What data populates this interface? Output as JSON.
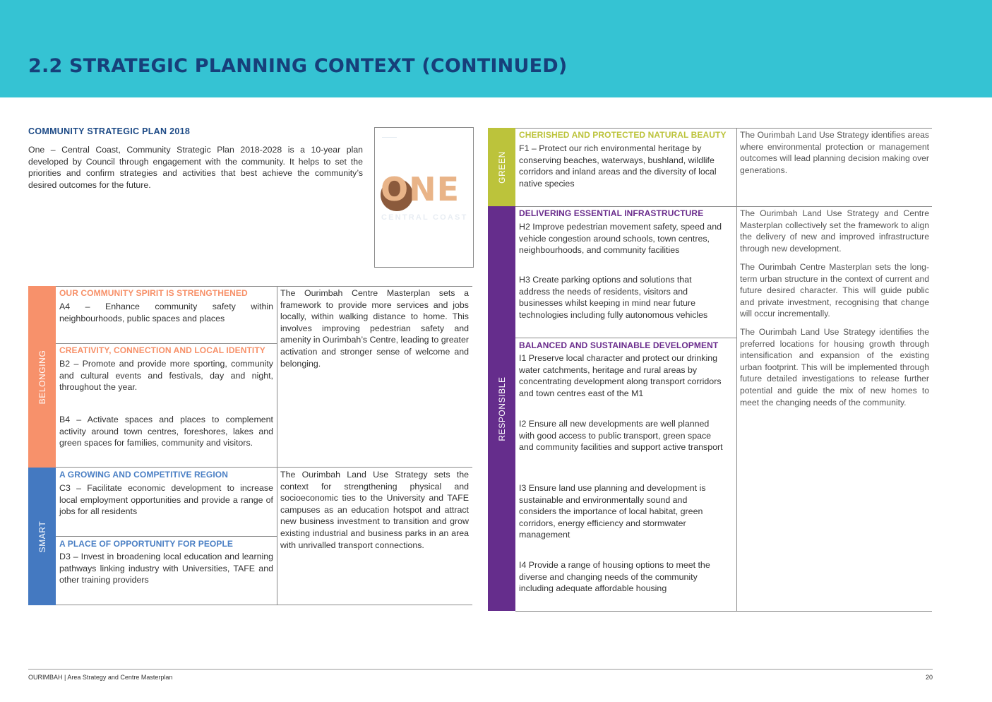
{
  "header": {
    "title": "2.2 STRATEGIC PLANNING CONTEXT (CONTINUED)"
  },
  "csp": {
    "title": "COMMUNITY STRATEGIC PLAN 2018",
    "body": "One – Central Coast, Community Strategic Plan 2018-2028 is a 10-year plan developed by Council through engagement with the community. It helps to set the priorities and confirm strategies and activities that best achieve the community’s desired outcomes for the future."
  },
  "cover": {
    "brand": "ONE",
    "subtitle": "CENTRAL COAST"
  },
  "left_table": {
    "belonging": {
      "label": "BELONGING",
      "color": "#f7916b",
      "s1_heading": "OUR COMMUNITY SPIRIT IS STRENGTHENED",
      "s1_text": "A4 – Enhance community safety within neighbourhoods, public spaces and places",
      "s2_heading": "CREATIVITY, CONNECTION AND LOCAL IDENTITY",
      "s2_text_a": "B2 – Promote and provide more sporting, community and cultural events and festivals, day and night, throughout the year.",
      "s2_text_b": "B4 – Activate spaces and places to complement activity around town centres, foreshores, lakes and green spaces for families, community and visitors.",
      "comment": "The Ourimbah Centre Masterplan sets a framework to provide more services and jobs locally, within walking distance to home. This involves improving pedestrian safety and amenity in Ourimbah’s Centre, leading to greater activation and stronger sense of welcome and belonging."
    },
    "smart": {
      "label": "SMART",
      "color": "#4479c1",
      "s1_heading": "A GROWING AND COMPETITIVE REGION",
      "s1_text": "C3 – Facilitate economic development to increase local employment opportunities and provide a range of jobs for all residents",
      "s2_heading": "A PLACE OF OPPORTUNITY FOR PEOPLE",
      "s2_text": "D3 – Invest in broadening local education and learning pathways linking industry with Universities, TAFE and other training providers",
      "comment": "The Ourimbah Land Use Strategy sets the context for strengthening physical and socioeconomic ties to the University and TAFE campuses as an education hotspot and attract new business investment to transition and grow existing industrial and business parks in an area with unrivalled transport connections."
    }
  },
  "right_table": {
    "green": {
      "label": "GREEN",
      "color": "#bcc33b",
      "heading": "CHERISHED AND PROTECTED NATURAL BEAUTY",
      "text": "F1 – Protect our rich environmental heritage by conserving beaches, waterways, bushland, wildlife corridors and inland areas and the diversity of local native species",
      "comment": "The Ourimbah Land Use Strategy identifies areas where environmental protection or management outcomes will lead planning decision making over generations."
    },
    "responsible": {
      "label": "RESPONSIBLE",
      "color": "#652d8c",
      "s1_heading": "DELIVERING ESSENTIAL INFRASTRUCTURE",
      "s1_text_a": "H2 Improve pedestrian movement safety, speed and vehicle congestion around schools, town centres, neighbourhoods, and community facilities",
      "s1_text_b": "H3 Create parking options and solutions that address the needs of residents, visitors and businesses whilst keeping in mind near future technologies including fully autonomous vehicles",
      "s2_heading": "BALANCED AND SUSTAINABLE DEVELOPMENT",
      "s2_text_a": "I1 Preserve local character and protect our drinking water catchments, heritage and rural areas by concentrating development along transport corridors and town centres east of the M1",
      "s2_text_b": "I2 Ensure all new developments are well planned with good access to public transport, green space and community facilities and support active transport",
      "s2_text_c": "I3 Ensure land use planning and development is sustainable and environmentally sound and considers the importance of local habitat, green corridors, energy efficiency and stormwater management",
      "s2_text_d": "I4 Provide a range of housing options to meet the diverse and changing needs of the community including adequate affordable housing",
      "comment_a": "The Ourimbah Land Use Strategy and Centre Masterplan collectively set the framework to align the delivery of new and improved infrastructure through new development.",
      "comment_b": "The Ourimbah Centre Masterplan sets the long-term urban structure in the context of current and future desired character. This will guide public and private investment, recognising that change will occur incrementally.",
      "comment_c": "The Ourimbah Land Use Strategy identifies the preferred locations for housing growth through intensification and expansion of the existing urban footprint. This will be implemented through future detailed investigations to release further potential and guide the mix of new homes to meet the changing needs of the community."
    }
  },
  "footer": {
    "left": "OURIMBAH | Area Strategy and Centre Masterplan",
    "page": "20"
  }
}
